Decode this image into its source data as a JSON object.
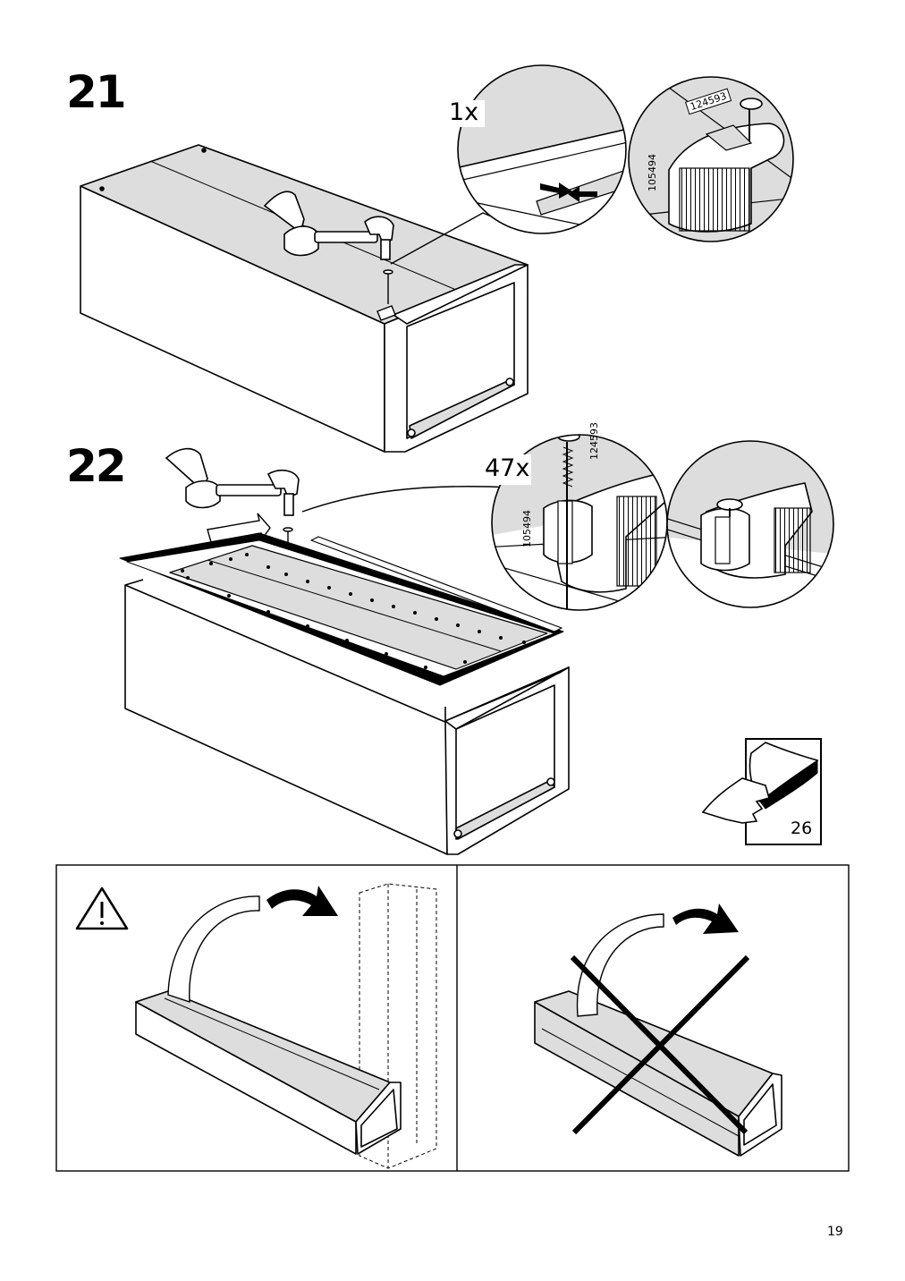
{
  "steps": [
    {
      "number": "21",
      "quantity": "1x",
      "parts": [
        "124593",
        "105494"
      ]
    },
    {
      "number": "22",
      "quantity": "47x",
      "parts": [
        "124593",
        "105494"
      ]
    }
  ],
  "see_page": "26",
  "page_number": "19",
  "icons": [
    "hammer-icon",
    "nail-icon",
    "nail-guide-icon",
    "page-turn-icon",
    "warning-icon",
    "curved-arrow-icon",
    "cross-mark-icon"
  ],
  "colors": {
    "line": "#000000",
    "fill_gray": "#dddddd",
    "paper": "#ffffff"
  }
}
